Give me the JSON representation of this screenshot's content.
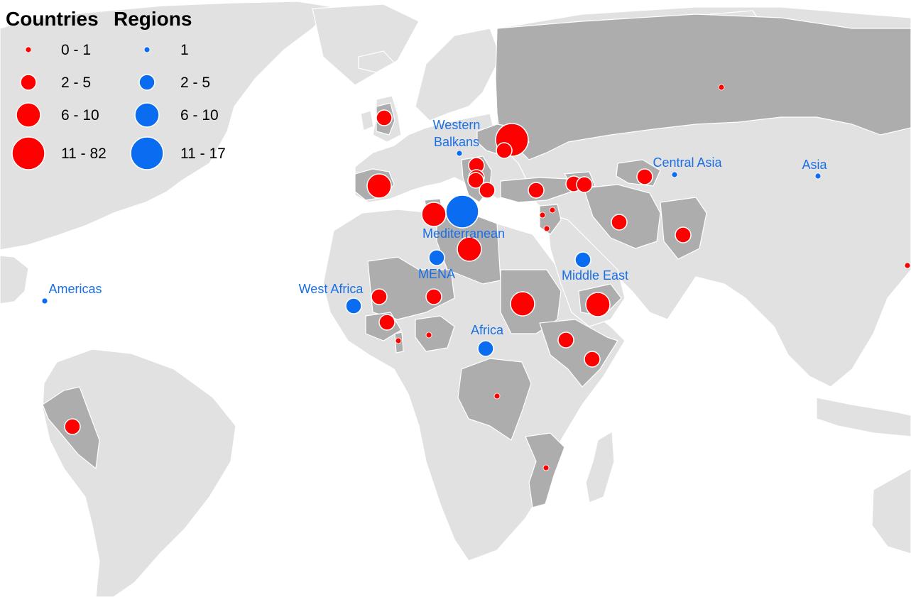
{
  "legend": {
    "countries_heading": "Countries",
    "regions_heading": "Regions",
    "countries_classes": [
      {
        "label": "0 - 1",
        "size_class": 1
      },
      {
        "label": "2 - 5",
        "size_class": 2
      },
      {
        "label": "6 - 10",
        "size_class": 3
      },
      {
        "label": "11 - 82",
        "size_class": 4
      }
    ],
    "regions_classes": [
      {
        "label": "1",
        "size_class": 1
      },
      {
        "label": "2 - 5",
        "size_class": 2
      },
      {
        "label": "6 - 10",
        "size_class": 3
      },
      {
        "label": "11 - 17",
        "size_class": 4
      }
    ]
  },
  "colors": {
    "ocean": "#ffffff",
    "land": "#e1e1e1",
    "highlighted_land": "#adadad",
    "borders": "#ffffff",
    "country_marker": "#ff0000",
    "region_marker": "#0a6cf0",
    "region_label": "#1a6fe6"
  },
  "region_labels": [
    {
      "text": "Western"
    },
    {
      "text": "Balkans"
    },
    {
      "text": "Central Asia"
    },
    {
      "text": "Asia"
    },
    {
      "text": "Mediterranean"
    },
    {
      "text": "MENA"
    },
    {
      "text": "Middle East"
    },
    {
      "text": "Americas"
    },
    {
      "text": "West Africa"
    },
    {
      "text": "Africa"
    }
  ],
  "region_markers": [
    {
      "region": "Western Balkans",
      "size_class": 1
    },
    {
      "region": "Central Asia",
      "size_class": 1
    },
    {
      "region": "Asia",
      "size_class": 1
    },
    {
      "region": "Mediterranean",
      "size_class": 4
    },
    {
      "region": "MENA",
      "size_class": 2
    },
    {
      "region": "Middle East",
      "size_class": 2
    },
    {
      "region": "Americas",
      "size_class": 1
    },
    {
      "region": "West Africa",
      "size_class": 2
    },
    {
      "region": "Africa",
      "size_class": 2
    }
  ],
  "country_markers": [
    {
      "country": "United Kingdom",
      "size_class": 2
    },
    {
      "country": "Spain",
      "size_class": 3
    },
    {
      "country": "Ukraine",
      "size_class": 4
    },
    {
      "country": "Moldova",
      "size_class": 2
    },
    {
      "country": "Hungary",
      "size_class": 2
    },
    {
      "country": "Serbia",
      "size_class": 2
    },
    {
      "country": "Bulgaria",
      "size_class": 2
    },
    {
      "country": "Greece",
      "size_class": 2
    },
    {
      "country": "Turkey",
      "size_class": 2
    },
    {
      "country": "Georgia",
      "size_class": 2
    },
    {
      "country": "Azerbaijan",
      "size_class": 2
    },
    {
      "country": "Uzbekistan",
      "size_class": 2
    },
    {
      "country": "Russia",
      "size_class": 1
    },
    {
      "country": "Tunisia",
      "size_class": 3
    },
    {
      "country": "Libya",
      "size_class": 3
    },
    {
      "country": "Syria",
      "size_class": 1
    },
    {
      "country": "Lebanon",
      "size_class": 1
    },
    {
      "country": "Jordan",
      "size_class": 1
    },
    {
      "country": "Iran",
      "size_class": 2
    },
    {
      "country": "Pakistan",
      "size_class": 2
    },
    {
      "country": "Senegal",
      "size_class": 2
    },
    {
      "country": "Mali",
      "size_class": 2
    },
    {
      "country": "Guinea",
      "size_class": 2
    },
    {
      "country": "Togo",
      "size_class": 1
    },
    {
      "country": "Nigeria",
      "size_class": 1
    },
    {
      "country": "Sudan",
      "size_class": 3
    },
    {
      "country": "Yemen",
      "size_class": 3
    },
    {
      "country": "Ethiopia",
      "size_class": 2
    },
    {
      "country": "Somalia",
      "size_class": 2
    },
    {
      "country": "DR Congo",
      "size_class": 1
    },
    {
      "country": "Mozambique",
      "size_class": 1
    },
    {
      "country": "Peru",
      "size_class": 2
    },
    {
      "country": "Taiwan",
      "size_class": 1
    }
  ]
}
